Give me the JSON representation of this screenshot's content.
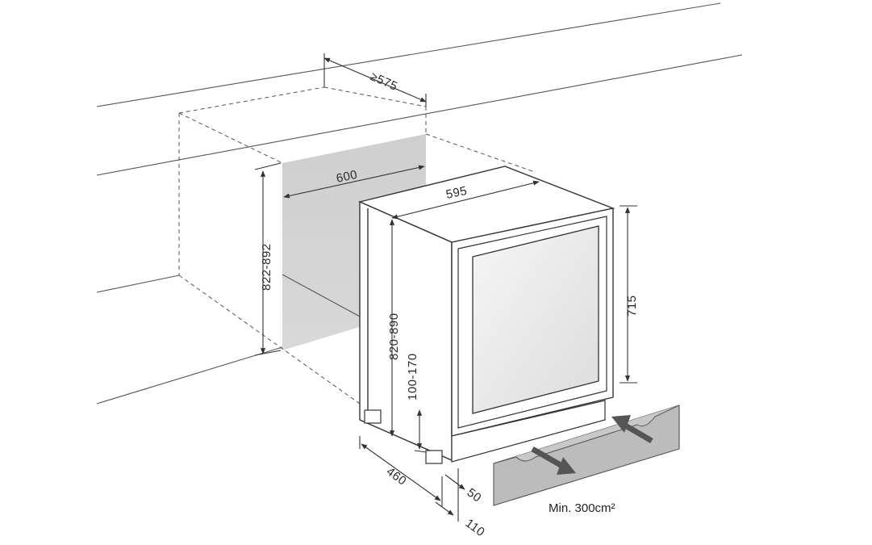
{
  "dimensions": {
    "depth_min": "≥575",
    "niche_width": "600",
    "unit_width": "595",
    "niche_height": "822-892",
    "unit_height": "820-890",
    "door_height": "715",
    "plinth_height": "100-170",
    "foot_depth": "460",
    "plinth_offset_1": "50",
    "plinth_offset_2": "110"
  },
  "ventilation_note": "Min. 300cm²",
  "colors": {
    "niche_fill": "#d0d0d0",
    "grille_fill": "#bcbcbc",
    "glass_fill": "#eeeeee",
    "line": "#333333"
  }
}
